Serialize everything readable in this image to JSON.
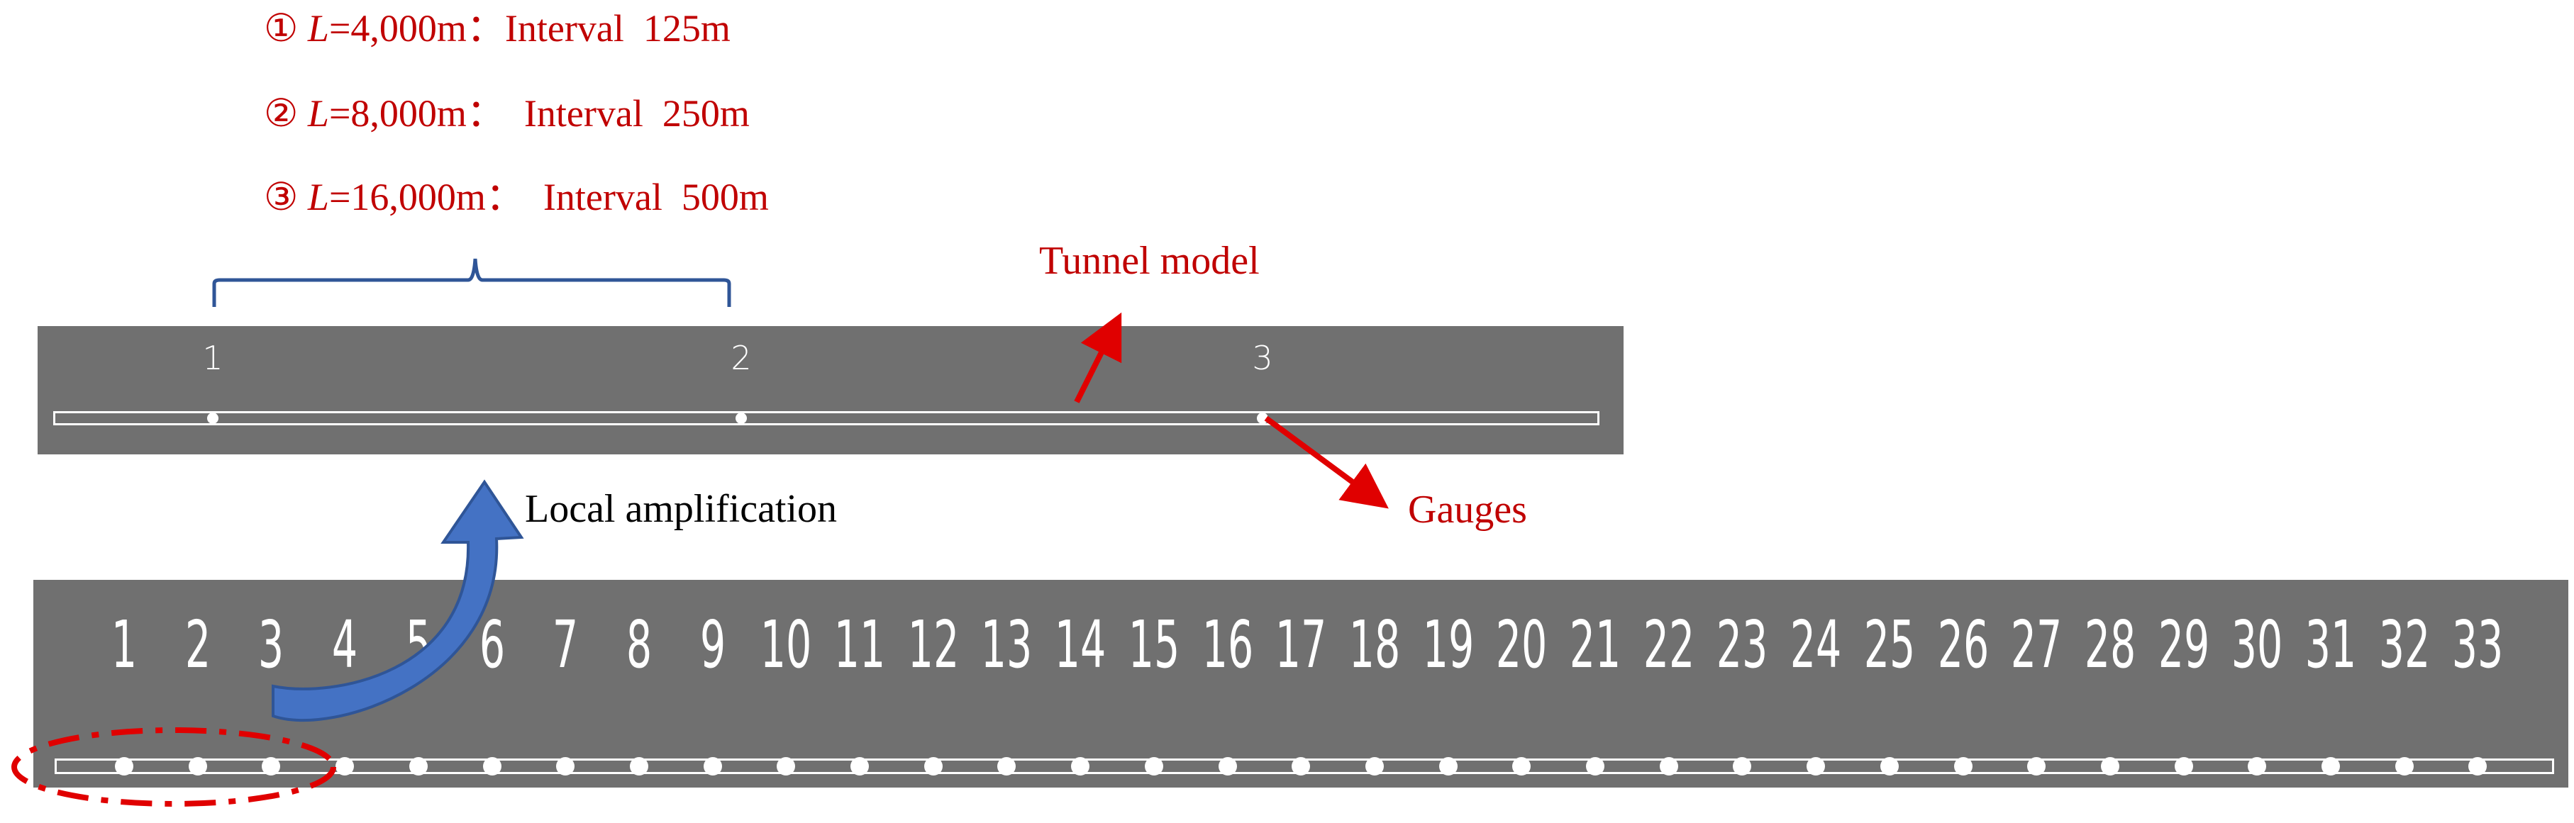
{
  "legend": [
    {
      "marker": "①",
      "var": "L",
      "rest": "=4,000m：Interval  125m"
    },
    {
      "marker": "②",
      "var": "L",
      "rest": "=8,000m：  Interval  250m"
    },
    {
      "marker": "③",
      "var": "L",
      "rest": "=16,000m：  Interval  500m"
    }
  ],
  "labels": {
    "tunnel_model": "Tunnel model",
    "gauges": "Gauges",
    "local_amplification": "Local amplification"
  },
  "top_gauges": [
    "1",
    "2",
    "3"
  ],
  "bottom_gauges": [
    "1",
    "2",
    "3",
    "4",
    "5",
    "6",
    "7",
    "8",
    "9",
    "10",
    "11",
    "12",
    "13",
    "14",
    "15",
    "16",
    "17",
    "18",
    "19",
    "20",
    "21",
    "22",
    "23",
    "24",
    "25",
    "26",
    "27",
    "28",
    "29",
    "30",
    "31",
    "32",
    "33"
  ],
  "colors": {
    "panel": "#707070",
    "annotation_red": "#c00000",
    "red_arrow": "#e00000",
    "blue": "#2f5597",
    "blue_arrow_fill": "#4472c4"
  }
}
